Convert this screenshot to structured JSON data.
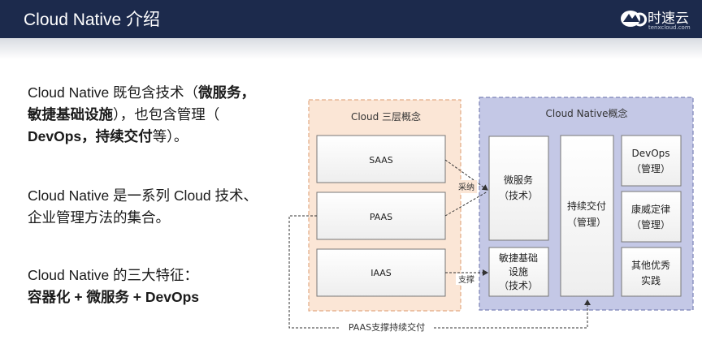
{
  "header": {
    "title": "Cloud Native 介绍",
    "logo": {
      "name": "时速云",
      "url": "tenxcloud.com",
      "icon": "cloud-logo-icon"
    }
  },
  "body": {
    "paragraphs": [
      {
        "lines": [
          [
            {
              "text": "Cloud Native 既包含技术（",
              "bold": false
            },
            {
              "text": "微服务，",
              "bold": true
            }
          ],
          [
            {
              "text": "敏捷基础设施",
              "bold": true
            },
            {
              "text": "），也包含管理（",
              "bold": false
            }
          ],
          [
            {
              "text": "DevOps，持续交付",
              "bold": true
            },
            {
              "text": "等）。",
              "bold": false
            }
          ]
        ]
      },
      {
        "lines": [
          [
            {
              "text": "Cloud Native 是一系列 Cloud 技术、",
              "bold": false
            }
          ],
          [
            {
              "text": "企业管理方法的集合。",
              "bold": false
            }
          ]
        ]
      },
      {
        "lines": [
          [
            {
              "text": "Cloud Native 的三大特征：",
              "bold": false
            }
          ],
          [
            {
              "text": "容器化 + 微服务 + DevOps",
              "bold": true
            }
          ]
        ]
      }
    ]
  },
  "diagram": {
    "cloud_panel": {
      "title": "Cloud 三层概念",
      "layers": [
        "SAAS",
        "PAAS",
        "IAAS"
      ]
    },
    "native_panel": {
      "title": "Cloud Native概念",
      "microservices": [
        "微服务",
        "（技术）"
      ],
      "infra": [
        "敏捷基础",
        "设施",
        "（技术）"
      ],
      "delivery": [
        "持续交付",
        "（管理）"
      ],
      "devops": [
        "DevOps",
        "（管理）"
      ],
      "conway": [
        "康威定律",
        "（管理）"
      ],
      "practices": [
        "其他优秀",
        "实践"
      ]
    },
    "arrows": {
      "adopt": "采纳",
      "support": "支撑",
      "paas_support": "PAAS支撑持续交付"
    }
  },
  "colors": {
    "header_bg": "#1c2a4c",
    "cloud_panel_fill": "#fbe6d6",
    "native_panel_fill": "#c4c8e6"
  }
}
